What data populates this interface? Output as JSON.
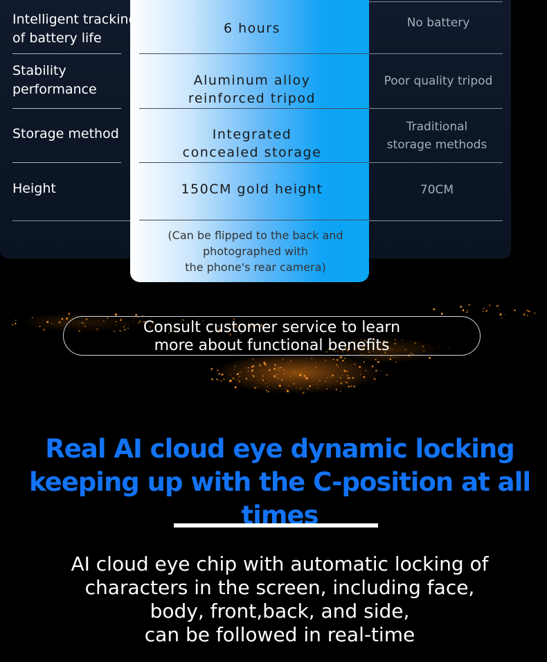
{
  "comparison": {
    "rows": [
      {
        "label": "Intelligent tracking of battery life",
        "label_lines": [
          "Intelligent tracking",
          "of battery life"
        ],
        "ours": [
          "6 hours"
        ],
        "other": [
          "No battery"
        ]
      },
      {
        "label": "Stability performance",
        "label_lines": [
          "Stability",
          "performance"
        ],
        "ours": [
          "Aluminum alloy",
          "reinforced tripod"
        ],
        "other": [
          "Poor quality tripod"
        ]
      },
      {
        "label": "Storage method",
        "label_lines": [
          "Storage method"
        ],
        "ours": [
          "Integrated",
          "concealed storage"
        ],
        "other": [
          "Traditional",
          "storage methods"
        ]
      },
      {
        "label": "Height",
        "label_lines": [
          "Height"
        ],
        "ours": [
          "150CM gold height"
        ],
        "other": [
          "70CM"
        ]
      }
    ],
    "note_lines": [
      "(Can be flipped to the back and",
      "photographed with",
      "the phone's rear camera)"
    ]
  },
  "consult_button": {
    "lines": [
      "Consult customer service to learn",
      "more about functional benefits"
    ]
  },
  "headline": {
    "lines": [
      "Real AI cloud eye dynamic locking",
      "keeping up with the C-position at all times"
    ]
  },
  "description": {
    "lines": [
      "AI cloud eye chip with automatic locking of",
      "characters in the screen, including face,",
      "body, front,back, and side,",
      "can be followed in real-time"
    ]
  },
  "colors": {
    "panel_bg": "#0d1726",
    "highlight_gradient_end": "#0aa6f4",
    "headline_blue": "#1373f5",
    "ember_orange": "#ff8a1a"
  }
}
